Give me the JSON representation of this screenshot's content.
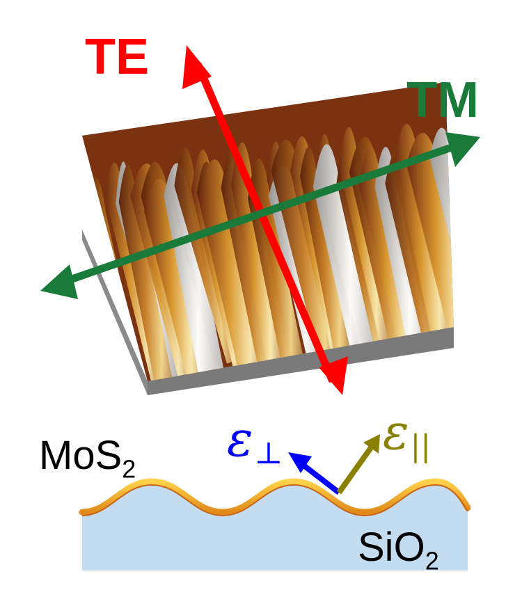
{
  "labels": {
    "te": "TE",
    "tm": "TM",
    "top_material": {
      "base": "MoS",
      "sub": "2"
    },
    "substrate": {
      "base": "SiO",
      "sub": "2"
    },
    "eps_perp": {
      "base": "ε",
      "sym": "⊥"
    },
    "eps_par": {
      "base": "ε",
      "sym": "||"
    }
  },
  "colors": {
    "te": "#ff0000",
    "tm": "#1a7a3a",
    "eps_perp": "#0000ff",
    "eps_par": "#8a8000",
    "substrate": "#c4dcf0",
    "wave_line": "#c86414",
    "wave_fill": "#f5c23c",
    "ridge_light": "#f8e6a8",
    "ridge_dark": "#8a3a14",
    "base": "#7a7a7a"
  }
}
